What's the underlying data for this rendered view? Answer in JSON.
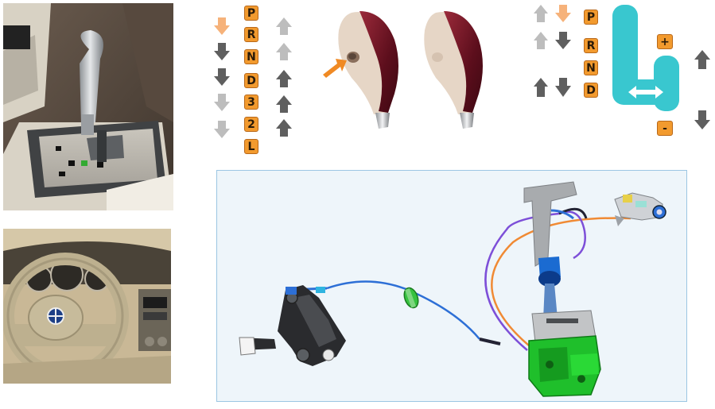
{
  "left_gate_column": {
    "gears": [
      "P",
      "R",
      "N",
      "D",
      "3",
      "2",
      "L"
    ]
  },
  "right_gate_column": {
    "gears": [
      "P",
      "R",
      "N",
      "D"
    ],
    "manual_plus": "+",
    "manual_minus": "-"
  },
  "colors": {
    "badge_orange": "#f29a2e",
    "arrow_dark": "#5f5f5f",
    "arrow_light": "#bdbdbd",
    "arrow_orange": "#f6b27a",
    "gate_teal": "#39c7cf",
    "diagram_bg": "#eef5fa",
    "diagram_border": "#9cc6e3",
    "cable_blue": "#2d6fd6",
    "cable_orange": "#f08a34",
    "cable_purple": "#7d4fd8",
    "housing_green": "#1fbf2b"
  }
}
